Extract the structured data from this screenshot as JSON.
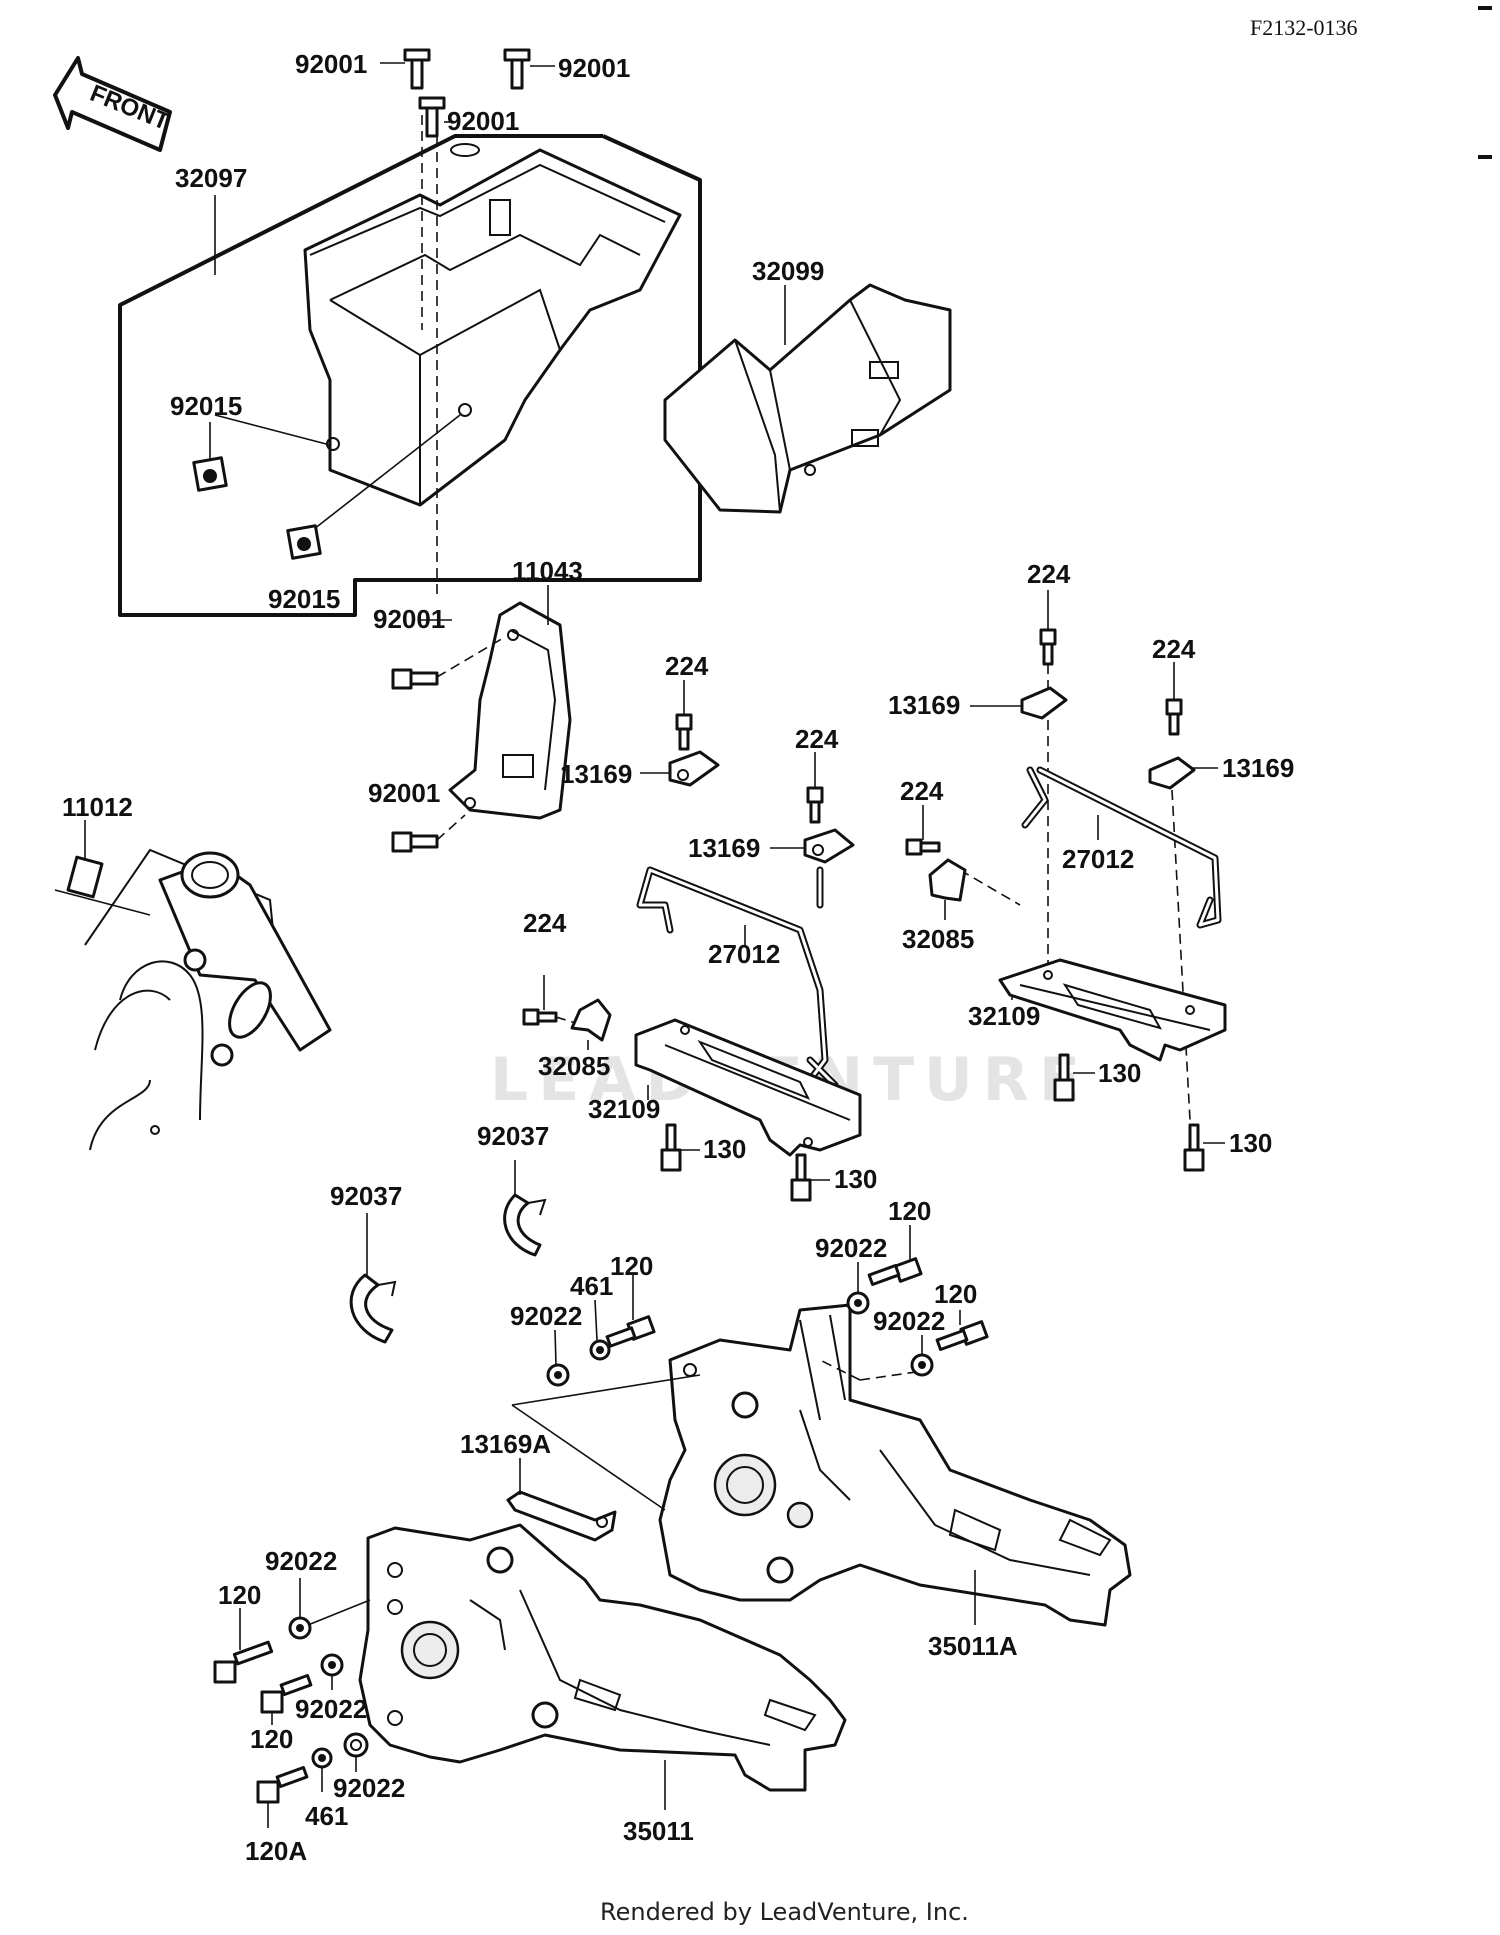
{
  "diagram_id": "F2132-0136",
  "credit": "Rendered by LeadVenture, Inc.",
  "watermark": "LEADVENTURE",
  "front_arrow": "FRONT",
  "part_labels": {
    "l_92001_a": "92001",
    "l_92001_b": "92001",
    "l_92001_c": "92001",
    "l_92001_d": "92001",
    "l_92001_e": "92001",
    "l_32097": "32097",
    "l_32099": "32099",
    "l_92015_a": "92015",
    "l_92015_b": "92015",
    "l_11043": "11043",
    "l_11012": "11012",
    "l_224_a": "224",
    "l_224_b": "224",
    "l_224_c": "224",
    "l_224_d": "224",
    "l_224_e": "224",
    "l_224_f": "224",
    "l_13169_a": "13169",
    "l_13169_b": "13169",
    "l_13169_c": "13169",
    "l_13169_d": "13169",
    "l_27012_a": "27012",
    "l_27012_b": "27012",
    "l_32085_a": "32085",
    "l_32085_b": "32085",
    "l_32109_a": "32109",
    "l_32109_b": "32109",
    "l_130_a": "130",
    "l_130_b": "130",
    "l_130_c": "130",
    "l_130_d": "130",
    "l_92037_a": "92037",
    "l_92037_b": "92037",
    "l_120_a": "120",
    "l_120_b": "120",
    "l_120_c": "120",
    "l_120_d": "120",
    "l_120_e": "120",
    "l_120a": "120A",
    "l_92022_a": "92022",
    "l_92022_b": "92022",
    "l_92022_c": "92022",
    "l_92022_d": "92022",
    "l_92022_e": "92022",
    "l_92022_f": "92022",
    "l_461_a": "461",
    "l_461_b": "461",
    "l_13169a": "13169A",
    "l_35011a": "35011A",
    "l_35011": "35011"
  }
}
